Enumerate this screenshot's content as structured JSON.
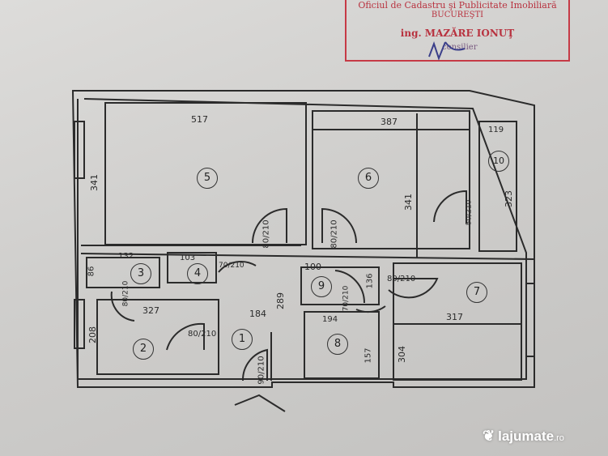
{
  "stamp": {
    "line1": "Oficiul de Cadastru şi Publicitate Imobiliară",
    "line2": "BUCUREŞTI",
    "line3": "ing. MAZĂRE IONUŢ",
    "line4": "consilier"
  },
  "rooms": {
    "r1": "1",
    "r2": "2",
    "r3": "3",
    "r4": "4",
    "r5": "5",
    "r6": "6",
    "r7": "7",
    "r8": "8",
    "r9": "9",
    "r10": "10"
  },
  "dims": {
    "room5_width": "517",
    "room5_height": "341",
    "room6_width": "387",
    "room6_height": "341",
    "room10_width": "119",
    "room10_height": "323",
    "room3_width": "132",
    "room3_height": "86",
    "room4_width": "103",
    "room2_width": "327",
    "room2_height": "208",
    "room1_width": "184",
    "room1_height": "289",
    "room9_height": "136",
    "room8_width": "194",
    "room8_height": "157",
    "room7_width": "317",
    "room7_height": "304"
  },
  "doors": {
    "d5": "80/210",
    "d6": "80/210",
    "d10": "80/210",
    "d4": "70/210",
    "d3": "80/210",
    "d2": "80/210",
    "dentry": "90/210",
    "d9": "100",
    "d8": "70/210",
    "d7": "80/210"
  },
  "watermark": {
    "brand": "lajumate",
    "tld": ".ro"
  }
}
